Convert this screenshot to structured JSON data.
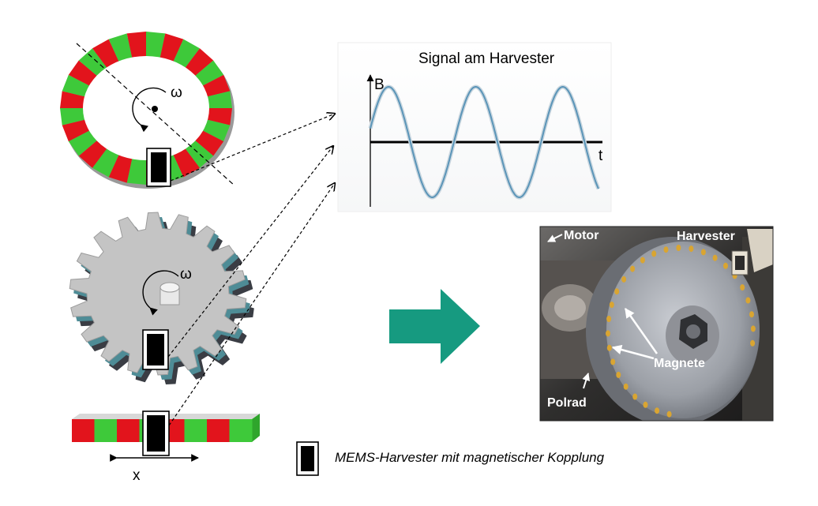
{
  "diagram": {
    "signal_panel": {
      "title": "Signal am Harvester",
      "y_axis_label": "B",
      "x_axis_label": "t"
    },
    "ring": {
      "omega_label": "ω"
    },
    "gear": {
      "omega_label": "ω"
    },
    "linear_strip": {
      "x_label": "x"
    },
    "photo": {
      "labels": {
        "motor": "Motor",
        "harvester": "Harvester",
        "magnete": "Magnete",
        "polrad": "Polrad"
      }
    },
    "legend": {
      "text": "MEMS-Harvester mit magnetischer Kopplung"
    },
    "colors": {
      "magnet_red": "#e2141c",
      "magnet_green": "#3ec93a",
      "arrow_teal": "#169a80",
      "signal_blue": "#5b95b8"
    }
  }
}
